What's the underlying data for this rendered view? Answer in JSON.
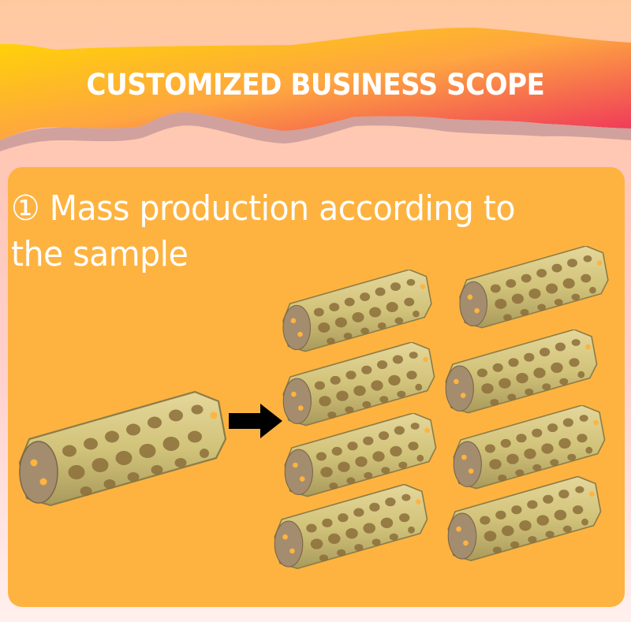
{
  "banner": {
    "title": "CUSTOMIZED BUSINESS SCOPE",
    "gradient_colors": [
      "#ffd800",
      "#fea640",
      "#ee2f5c"
    ]
  },
  "card": {
    "background": "#feb340",
    "headline_line1": "① Mass production according to",
    "headline_line2": "the sample"
  },
  "illustration": {
    "sample_item": "cholla-wood-tube",
    "arrow": "right-arrow",
    "copies_count": 8,
    "copies_layout": "2 columns x 4 rows"
  }
}
